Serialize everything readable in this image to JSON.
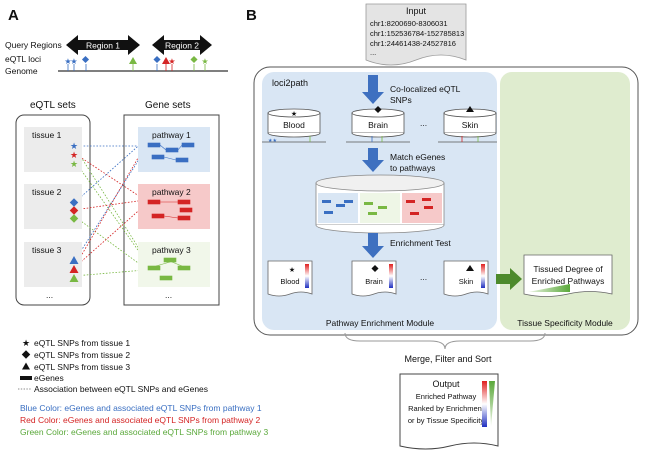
{
  "panel_a": {
    "letter": "A",
    "region_1": "Region 1",
    "region_2": "Region 2",
    "query_regions": "Query Regions",
    "eqtl_loci": "eQTL loci",
    "genome": "Genome",
    "eqtl_sets_title": "eQTL sets",
    "gene_sets_title": "Gene sets",
    "tissues": [
      "tissue 1",
      "tissue 2",
      "tissue 3"
    ],
    "pathways": [
      "pathway 1",
      "pathway 2",
      "pathway 3"
    ],
    "ellipsis": "...",
    "legend": {
      "star": "eQTL SNPs from tissue 1",
      "diamond": "eQTL SNPs from tissue 2",
      "triangle": "eQTL SNPs from tissue 3",
      "egenes": "eGenes",
      "association": "Association between eQTL SNPs and eGenes",
      "blue": "Blue Color: eGenes and associated eQTL SNPs from pathway 1",
      "red": "Red Color: eGenes and associated eQTL SNPs from pathway 2",
      "green": "Green Color: eGenes and associated eQTL SNPs from pathway 3"
    }
  },
  "panel_b": {
    "letter": "B",
    "input_title": "Input",
    "input_lines": [
      "chr1:8200690-8306031",
      "chr1:152536784-152785813",
      "chr1:24461438-24527816",
      "..."
    ],
    "module_name": "loci2path",
    "colocalized": [
      "Co-localized eQTL",
      "SNPs"
    ],
    "tissues": [
      "Blood",
      "Brain",
      "Skin"
    ],
    "ellipsis": "...",
    "match": [
      "Match eGenes",
      "to pathways"
    ],
    "enrichment_test": "Enrichment Test",
    "tissued_degree": [
      "Tissued Degree of",
      "Enriched Pathways"
    ],
    "pathway_module": "Pathway Enrichment Module",
    "tissue_module": "Tissue Specificity Module",
    "merge": "Merge, Filter and Sort",
    "output_title": "Output",
    "output_lines": [
      "Enriched Pathway",
      "Ranked by Enrichment",
      "or by Tissue Specificity"
    ]
  },
  "colors": {
    "blue": "#3a6fc2",
    "red": "#d42424",
    "green": "#79b843",
    "blue_bg": "#d9e6f4",
    "green_bg": "#dfeccf",
    "arrow_blue": "#3e70c0",
    "arrow_green": "#4d8a2c"
  }
}
